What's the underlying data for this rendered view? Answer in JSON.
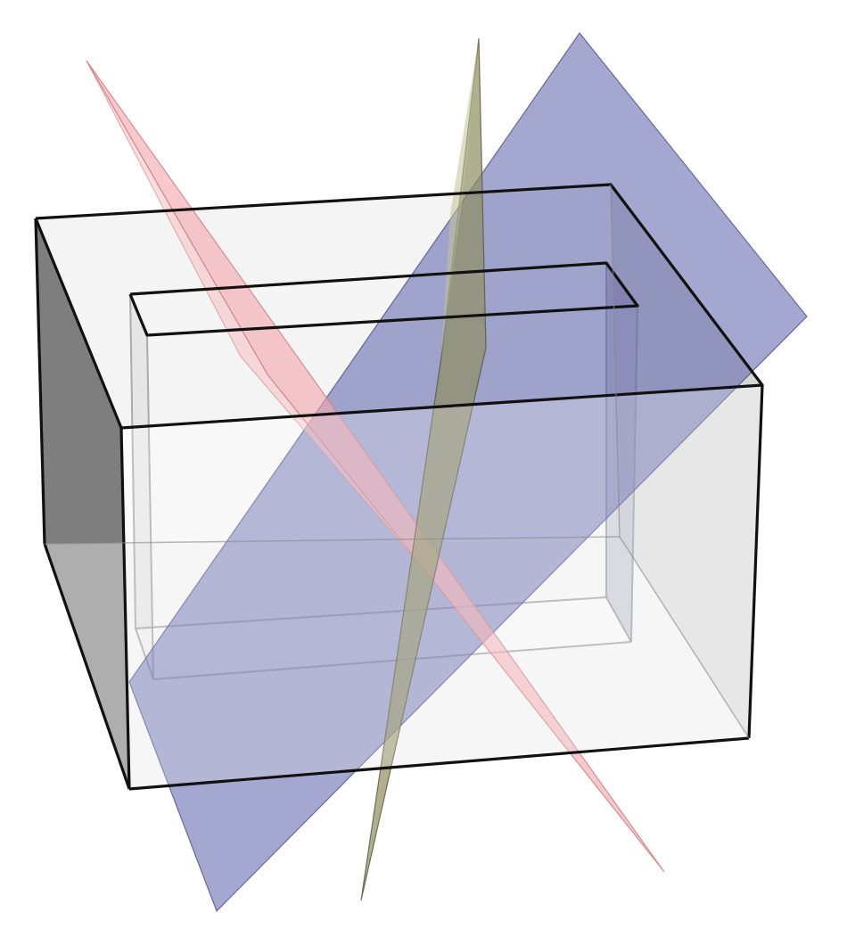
{
  "figure": {
    "kind": "3d-box-with-rectangular-slot-cut-by-three-planes",
    "box": {
      "edge_color": "#111111",
      "face_fill": "#d9d9d9",
      "left_face_fill": "#5a5a5a",
      "right_face_fill": "#bdbdbd",
      "slot_fill": "#eeeeee",
      "slot_edge_color": "#9a9a9a"
    },
    "planes": [
      {
        "name": "blue-plane",
        "color": "#5a5fa8"
      },
      {
        "name": "red-plane",
        "color": "#f2a7ad"
      },
      {
        "name": "olive-plane",
        "color": "#8f8f63"
      }
    ]
  }
}
